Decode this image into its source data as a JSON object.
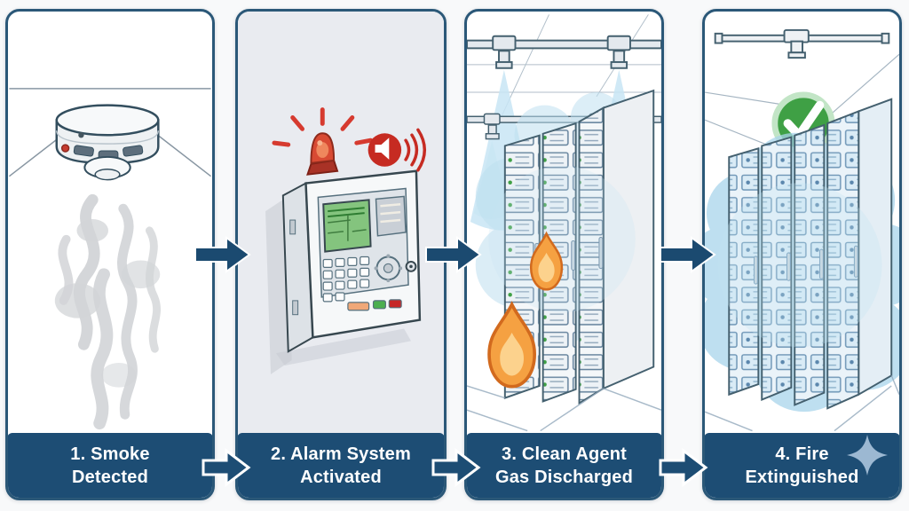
{
  "diagram": {
    "type": "process-flow",
    "topic": "Clean agent fire suppression sequence in a server room",
    "steps": [
      {
        "number": "1",
        "line1": "1. Smoke",
        "line2": "Detected",
        "illustration": "ceiling smoke detector with rising smoke"
      },
      {
        "number": "2",
        "line1": "2. Alarm System",
        "line2": "Activated",
        "illustration": "fire alarm control panel with red beacon and siren icon"
      },
      {
        "number": "3",
        "line1": "3. Clean Agent",
        "line2": "Gas Discharged",
        "illustration": "server racks on fire with ceiling nozzles discharging gas"
      },
      {
        "number": "4",
        "line1": "4. Fire",
        "line2": "Extinguished",
        "illustration": "server racks enveloped in gas cloud with green checkmark"
      }
    ],
    "colors": {
      "banner_navy": "#1d4d74",
      "arrow_navy": "#1b4a70",
      "panel_border": "#2b5878",
      "panel2_background": "#e9ebf0",
      "alarm_red": "#c62b22",
      "beacon_red": "#d84a33",
      "flame_orange": "#f5a142",
      "flame_inner": "#fcd28d",
      "gas_blue": "#bfe0f0",
      "check_green": "#3fa045",
      "smoke_gray": "#d2d4d7",
      "sparkle_blue": "#9cb8d2"
    }
  }
}
